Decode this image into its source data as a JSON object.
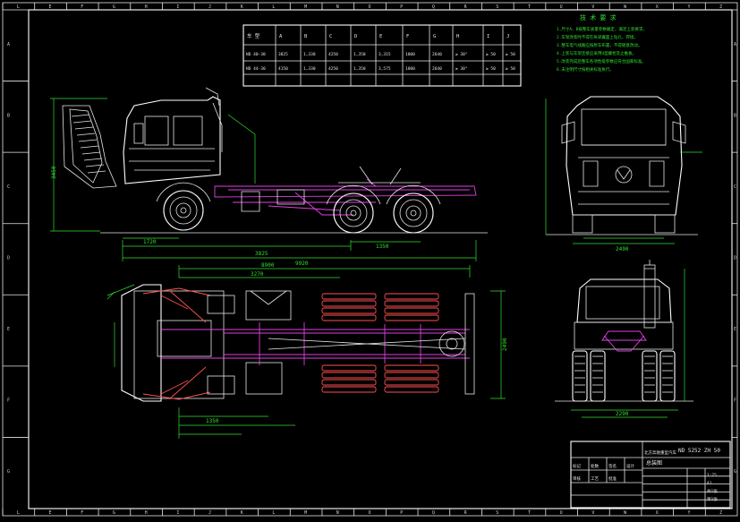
{
  "drawing": {
    "border_zone_labels_top": [
      "L",
      "E",
      "F",
      "G",
      "H",
      "I",
      "J",
      "K",
      "L",
      "M",
      "N",
      "O",
      "P",
      "Q",
      "R",
      "S",
      "T",
      "U",
      "V",
      "W",
      "X",
      "Y",
      "Z"
    ],
    "border_zone_labels_side": [
      "A",
      "B",
      "C",
      "D",
      "E",
      "F",
      "G"
    ],
    "spec_table": {
      "header": [
        "车 型",
        "A",
        "B",
        "C",
        "D",
        "E",
        "F",
        "G",
        "H",
        "I",
        "J"
      ],
      "rows": [
        [
          "ND 40-30",
          "3825",
          "1,330",
          "4250",
          "1,350",
          "3,315",
          "1800",
          "2640",
          "≥ 30°",
          "≥ 50",
          "≥ 50"
        ],
        [
          "ND 44-30",
          "4150",
          "1,330",
          "4250",
          "1,350",
          "3,575",
          "1800",
          "2640",
          "≥ 30°",
          "≥ 50",
          "≥ 50"
        ]
      ]
    },
    "tech_notes": {
      "title": "技 术 要 求",
      "lines": [
        "1.尺寸A、B按整车质量参数确定，满足上装要求。",
        "2.车架改装时不得在纵梁翼面上钻孔、焊接。",
        "3.整车电气线路应按原车布置，不得随意改动。",
        "4.上装与车架连接应采用U型螺栓及止推板。",
        "5.改装完成后整车各项性能参数应符合国家标准。",
        "6.未注明尺寸按相关标准执行。"
      ]
    },
    "title_block": {
      "drawing_no": "ND 5252 ZH 50",
      "drawing_name": "总装图",
      "company": "北方奔驰重型汽车",
      "small_cells": [
        "标记",
        "处数",
        "签名",
        "设计",
        "审核",
        "工艺",
        "批准"
      ],
      "values": [
        "1:25",
        "A1",
        "共1张",
        "第1张"
      ]
    },
    "dimensions": {
      "side_total": "9920",
      "side_partial": "3825",
      "side_front": "1720",
      "side_rear": "1350",
      "plan_total": "8900",
      "plan_partial_1": "3270",
      "plan_partial_2": "1350",
      "plan_width": "2490",
      "front_width": "2490",
      "rear_width": "2290",
      "height_label": "3450"
    },
    "colors": {
      "background": "#000000",
      "lines": "#e6e6e6",
      "frame": "#e040e0",
      "tyres": "#ff5050",
      "dimensions": "#30e030",
      "text": "#30e030",
      "hatching": "#e0e040"
    }
  }
}
